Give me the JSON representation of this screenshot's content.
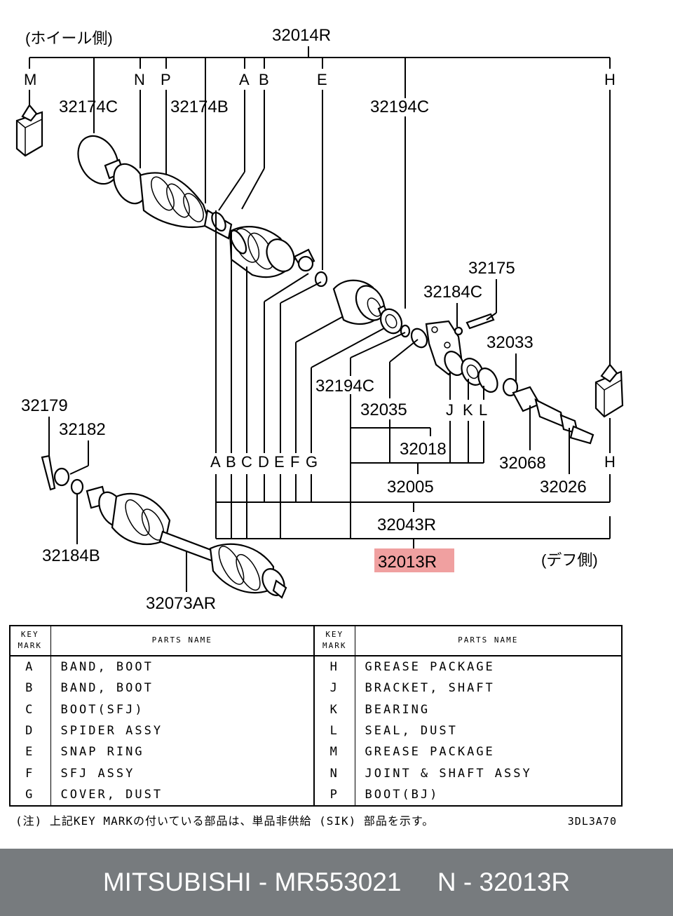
{
  "diagram": {
    "side_wheel": "(ホイール側)",
    "side_diff": "(デフ側)",
    "top_assembly": "32014R",
    "letters_top": [
      "M",
      "N",
      "P",
      "A",
      "B",
      "E",
      "H"
    ],
    "letters_bottom": [
      "A",
      "B",
      "C",
      "D",
      "E",
      "F",
      "G"
    ],
    "letters_jkl": [
      "J",
      "K",
      "L"
    ],
    "h_bottom": "H",
    "labels": {
      "p32174C": "32174C",
      "p32174B": "32174B",
      "p32194C_top": "32194C",
      "p32175": "32175",
      "p32184C": "32184C",
      "p32033": "32033",
      "p32194C_mid": "32194C",
      "p32035": "32035",
      "p32018": "32018",
      "p32068": "32068",
      "p32005": "32005",
      "p32026": "32026",
      "p32043R": "32043R",
      "p32013R": "32013R",
      "p32179": "32179",
      "p32182": "32182",
      "p32184B": "32184B",
      "p32073AR": "32073AR"
    },
    "highlight_color": "#f0a0a0"
  },
  "table": {
    "header_key_mark": [
      "KEY",
      "MARK"
    ],
    "header_parts_name": "PARTS NAME",
    "rows_left": [
      {
        "key": "A",
        "name": "BAND, BOOT"
      },
      {
        "key": "B",
        "name": "BAND, BOOT"
      },
      {
        "key": "C",
        "name": "BOOT(SFJ)"
      },
      {
        "key": "D",
        "name": "SPIDER ASSY"
      },
      {
        "key": "E",
        "name": "SNAP RING"
      },
      {
        "key": "F",
        "name": "SFJ ASSY"
      },
      {
        "key": "G",
        "name": "COVER, DUST"
      }
    ],
    "rows_right": [
      {
        "key": "H",
        "name": "GREASE PACKAGE"
      },
      {
        "key": "J",
        "name": "BRACKET, SHAFT"
      },
      {
        "key": "K",
        "name": "BEARING"
      },
      {
        "key": "L",
        "name": "SEAL, DUST"
      },
      {
        "key": "M",
        "name": "GREASE PACKAGE"
      },
      {
        "key": "N",
        "name": "JOINT & SHAFT ASSY"
      },
      {
        "key": "P",
        "name": "BOOT(BJ)"
      }
    ]
  },
  "note": "(注) 上記KEY MARKの付いている部品は、単品非供給 (SIK) 部品を示す。",
  "drawing_code": "3DL3A70",
  "footer": {
    "brand": "MITSUBISHI",
    "part_number": "MR553021",
    "ref": "N - 32013R"
  }
}
